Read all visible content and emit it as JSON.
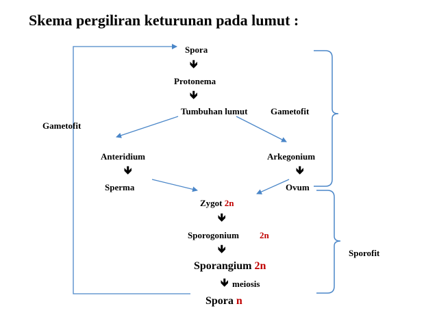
{
  "title": "Skema pergiliran keturunan pada lumut :",
  "nodes": {
    "spora_top": "Spora",
    "protonema": "Protonema",
    "tumbuhan_lumut": "Tumbuhan lumut",
    "gametofit_inline": "Gametofit",
    "anteridium": "Anteridium",
    "arkegonium": "Arkegonium",
    "sperma": "Sperma",
    "ovum": "Ovum",
    "zygot": "Zygot",
    "sporogonium": "Sporogonium",
    "sporangium": "Sporangium",
    "meiosis": "meiosis",
    "spora_bottom": "Spora"
  },
  "ploidy": {
    "zygot": "2n",
    "sporogonium": "2n",
    "sporangium": "2n",
    "spora_bottom": "n"
  },
  "side_labels": {
    "gametofit": "Gametofit",
    "sporofit": "Sporofit"
  },
  "arrow_glyph": "🡻",
  "colors": {
    "text": "#000000",
    "ploidy": "#c00000",
    "connector": "#4a86c8"
  }
}
